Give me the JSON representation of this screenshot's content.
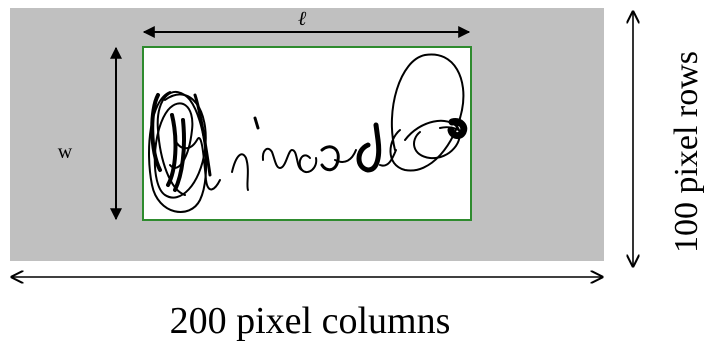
{
  "diagram": {
    "colors": {
      "canvas": "#c0c0c0",
      "bounding_box": "#2e8b2e",
      "ink": "#000000",
      "box_fill": "#ffffff"
    },
    "labels": {
      "length": "ℓ",
      "width": "w",
      "rows": "100 pixel rows",
      "columns": "200 pixel columns"
    },
    "image_grid": {
      "columns": 200,
      "rows": 100
    },
    "content": "handwritten-signature"
  }
}
